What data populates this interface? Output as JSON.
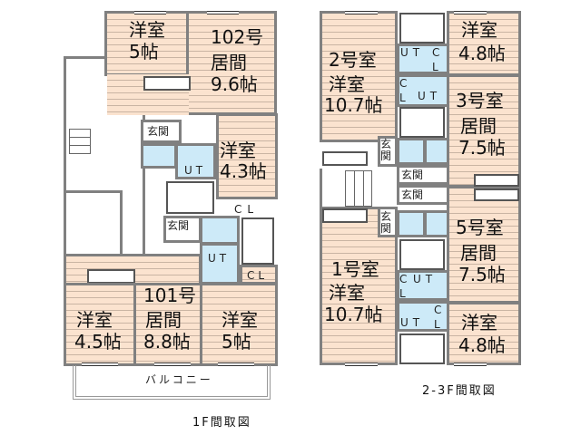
{
  "plan_1f": {
    "caption": "1F間取図",
    "balcony_label": "バルコニー",
    "unit_102": {
      "unit_label": "102号",
      "living_name": "居間",
      "living_size": "9.6帖",
      "room_a_name": "洋室",
      "room_a_size": "5帖",
      "room_b_name": "洋室",
      "room_b_size": "4.3帖",
      "entrance": "玄関",
      "utility": "UT",
      "closet": "CL"
    },
    "unit_101": {
      "unit_label": "101号",
      "living_name": "居間",
      "living_size": "8.8帖",
      "room_a_name": "洋室",
      "room_a_size": "4.5帖",
      "room_b_name": "洋室",
      "room_b_size": "5帖",
      "entrance": "玄関",
      "utility": "UT",
      "closet": "CL"
    }
  },
  "plan_23f": {
    "caption": "2-3F間取図",
    "unit_2": {
      "unit_label": "2号室",
      "room_name": "洋室",
      "room_size": "10.7帖",
      "utility": "UT",
      "closet_c": "C",
      "closet_l": "L",
      "entrance": "玄関"
    },
    "unit_3": {
      "unit_label": "3号室",
      "living_name": "居間",
      "living_size": "7.5帖",
      "room_name": "洋室",
      "room_size": "4.8帖",
      "utility": "UT",
      "closet_c": "C",
      "closet_l": "L",
      "entrance": "玄関"
    },
    "unit_1": {
      "unit_label": "1号室",
      "room_name": "洋室",
      "room_size": "10.7帖",
      "utility": "UT",
      "closet_c": "C",
      "closet_l": "L",
      "entrance": "玄関"
    },
    "unit_5": {
      "unit_label": "5号室",
      "living_name": "居間",
      "living_size": "7.5帖",
      "room_name": "洋室",
      "room_size": "4.8帖",
      "utility": "UT",
      "closet_c": "C",
      "closet_l": "L",
      "entrance": "玄関"
    }
  },
  "colors": {
    "wood_floor": "#fbe3cf",
    "wet_area": "#cdeaf8",
    "wall": "#808080"
  }
}
